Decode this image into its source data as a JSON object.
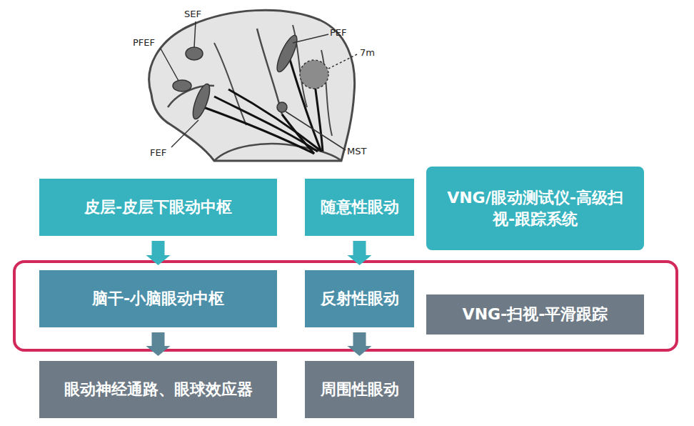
{
  "diagram": {
    "nodes": [
      {
        "text": [
          "皮层-皮层下眼动中枢"
        ]
      },
      {
        "text": [
          "随意性眼动"
        ]
      },
      {
        "text": [
          "VNG/眼动测试仪-高级扫视-跟踪系统"
        ]
      },
      {
        "text": [
          "脑干-小脑眼动中枢"
        ]
      },
      {
        "text": [
          "反射性眼动"
        ]
      },
      {
        "text": [
          "VNG-扫视-平滑跟踪"
        ]
      },
      {
        "text": [
          "眼动神经通路、眼球效应器"
        ]
      },
      {
        "text": [
          "周围性眼动"
        ]
      }
    ],
    "edges": [
      {
        "from": 0,
        "to": 3,
        "arrow": "to"
      },
      {
        "from": 1,
        "to": 4,
        "arrow": "to"
      },
      {
        "from": 3,
        "to": 6,
        "arrow": "to"
      },
      {
        "from": 4,
        "to": 7,
        "arrow": "to"
      }
    ],
    "labels": [
      "SEF",
      "PFEF",
      "PEF",
      "7m",
      "FEF",
      "MST"
    ]
  }
}
